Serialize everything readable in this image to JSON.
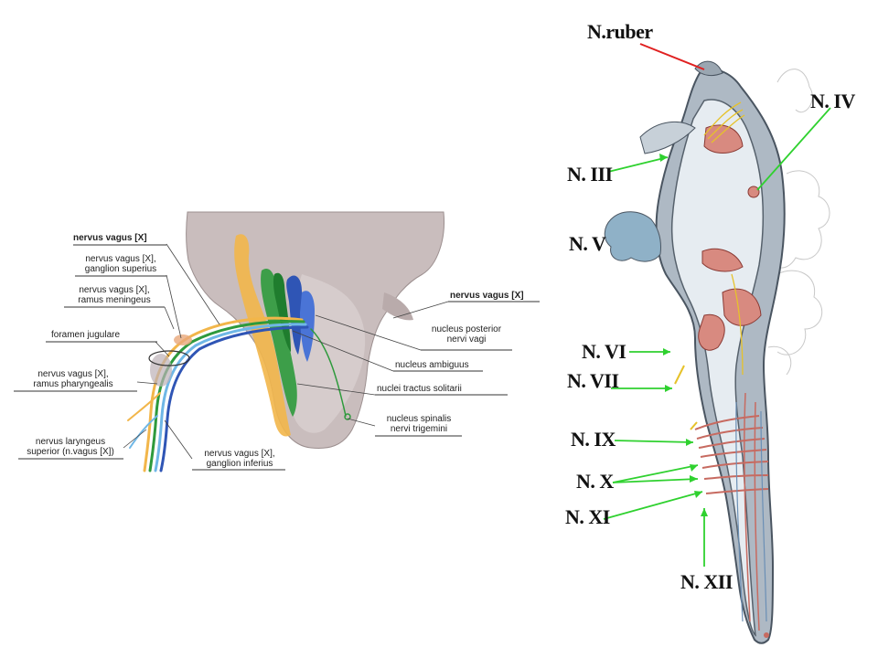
{
  "left_figure": {
    "labels": {
      "vagus_top_left": "nervus vagus [X]",
      "ganglion_superius_1": "nervus vagus [X],",
      "ganglion_superius_2": "ganglion superius",
      "ramus_meningeus_1": "nervus vagus [X],",
      "ramus_meningeus_2": "ramus meningeus",
      "foramen": "foramen jugulare",
      "ramus_pharyngealis_1": "nervus vagus [X],",
      "ramus_pharyngealis_2": "ramus pharyngealis",
      "laryngeus_1": "nervus laryngeus",
      "laryngeus_2": "superior (n.vagus [X])",
      "ganglion_inferius_1": "nervus vagus [X],",
      "ganglion_inferius_2": "ganglion inferius",
      "vagus_right": "nervus vagus [X]",
      "nucleus_posterior_1": "nucleus posterior",
      "nucleus_posterior_2": "nervi vagi",
      "nucleus_ambiguus": "nucleus ambiguus",
      "nuclei_tractus": "nuclei tractus solitarii",
      "nucleus_spinalis_1": "nucleus spinalis",
      "nucleus_spinalis_2": "nervi trigemini"
    }
  },
  "right_figure": {
    "labels": {
      "ruber": "N.ruber",
      "n3": "N. III",
      "n4": "N. IV",
      "n5": "N. V",
      "n6": "N. VI",
      "n7": "N. VII",
      "n9": "N. IX",
      "n10": "N. X",
      "n11": "N. XI",
      "n12": "N. XII"
    }
  },
  "colors": {
    "nucleus_posterior": "#2f55b5",
    "nucleus_ambiguus": "#2e9a3c",
    "nucleus_spinalis": "#f2b64a",
    "pointer_red": "#e02020",
    "pointer_green": "#2fd12f"
  }
}
